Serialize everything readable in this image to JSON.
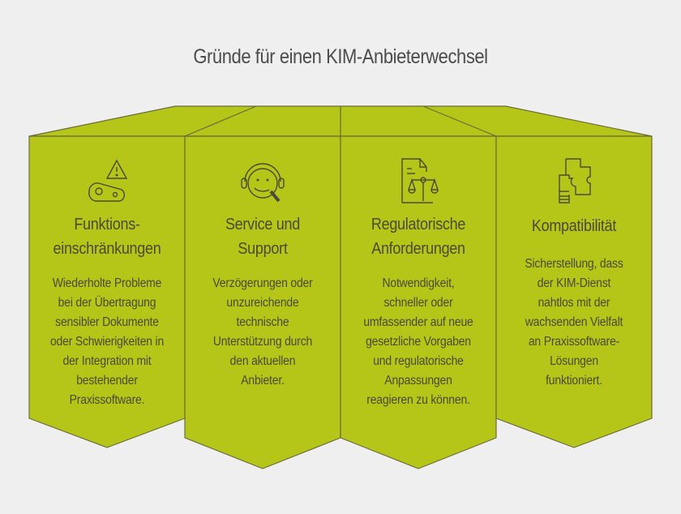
{
  "title": "Gründe für einen KIM-Anbieterwechsel",
  "colors": {
    "background": "#efefef",
    "fill": "#b5c619",
    "stroke": "#6b6b3a",
    "text": "#4a4a36"
  },
  "columns": [
    {
      "icon": "warning-chain-icon",
      "heading_lines": [
        "Funktions-",
        "einschränkungen"
      ],
      "desc_lines": [
        "Wiederholte Probleme",
        "bei der Übertragung",
        "sensibler Dokumente",
        "oder Schwierigkeiten in",
        "der Integration mit",
        "bestehender",
        "Praxissoftware."
      ]
    },
    {
      "icon": "headset-support-icon",
      "heading_lines": [
        "Service und",
        "Support"
      ],
      "desc_lines": [
        "Verzögerungen oder",
        "unzureichende",
        "technische",
        "Unterstützung durch",
        "den aktuellen",
        "Anbieter."
      ]
    },
    {
      "icon": "document-scales-icon",
      "heading_lines": [
        "Regulatorische",
        "Anforderungen"
      ],
      "desc_lines": [
        "Notwendigkeit,",
        "schneller oder",
        "umfassender auf neue",
        "gesetzliche Vorgaben",
        "und regulatorische",
        "Anpassungen",
        "reagieren zu können."
      ]
    },
    {
      "icon": "puzzle-icon",
      "heading_lines": [
        "Kompatibilität"
      ],
      "desc_lines": [
        "Sicherstellung, dass",
        "der KIM-Dienst",
        "nahtlos mit der",
        "wachsenden Vielfalt",
        "an Praxissoftware-",
        "Lösungen",
        "funktioniert."
      ]
    }
  ]
}
